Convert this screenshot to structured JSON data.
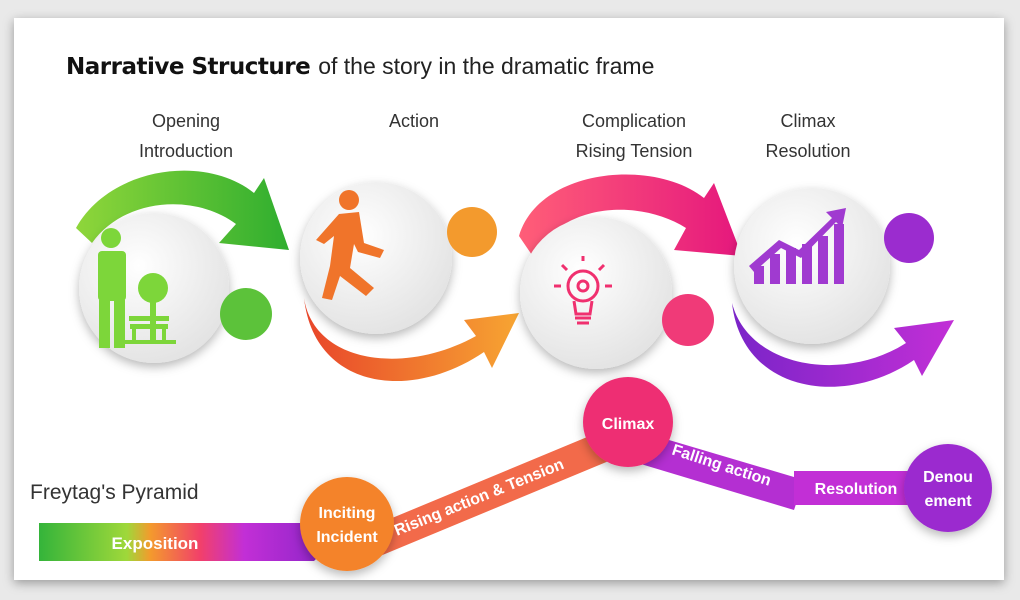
{
  "title": {
    "bold": "Narrative Structure",
    "rest": "of the story in the dramatic frame"
  },
  "stages": [
    {
      "line1": "Opening",
      "line2": "Introduction",
      "color": "#5cc23a",
      "icon": "person-icon"
    },
    {
      "line1": "Action",
      "line2": "",
      "color": "#f07a2a",
      "icon": "runner-icon"
    },
    {
      "line1": "Complication",
      "line2": "Rising Tension",
      "color": "#f0306f",
      "icon": "lightbulb-icon"
    },
    {
      "line1": "Climax",
      "line2": "Resolution",
      "color": "#9b2ccf",
      "icon": "rising-chart-icon"
    }
  ],
  "pyramid": {
    "title": "Freytag's Pyramid",
    "exposition": "Exposition",
    "inciting_line1": "Inciting",
    "inciting_line2": "Incident",
    "rising": "Rising action & Tension",
    "climax": "Climax",
    "falling": "Falling action",
    "resolution": "Resolution",
    "denouement_line1": "Denou",
    "denouement_line2": "ement"
  },
  "colors": {
    "green": "#5cc23a",
    "orange": "#f07a2a",
    "pink": "#f0306f",
    "purple": "#9b2ccf"
  }
}
